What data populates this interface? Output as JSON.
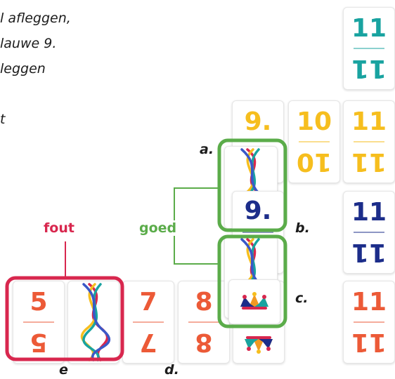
{
  "rules_text": [
    "l afleggen,",
    "lauwe 9.",
    "leggen",
    "t"
  ],
  "labels": {
    "a": "a.",
    "b": "b.",
    "c": "c.",
    "d": "d.",
    "e": "e",
    "wrong": "fout",
    "right": "goed"
  },
  "colors": {
    "green": "#5bac4a",
    "red": "#d8274e",
    "orange": "#f29922",
    "blue": "#1c2d8a",
    "teal": "#19a3a0",
    "yellow": "#f6be1e",
    "coral": "#ec5a37"
  },
  "cards": {
    "teal_11": "11",
    "yellow_9": "9.",
    "yellow_10": "10",
    "yellow_11": "11",
    "blue_9": "9.",
    "blue_11": "11",
    "red_11": "11",
    "red_5": "5",
    "red_7": "7",
    "red_8": "8"
  },
  "card_icons": {
    "wild": "braided-wild-card-icon",
    "jester": "jester-hat-icon"
  }
}
